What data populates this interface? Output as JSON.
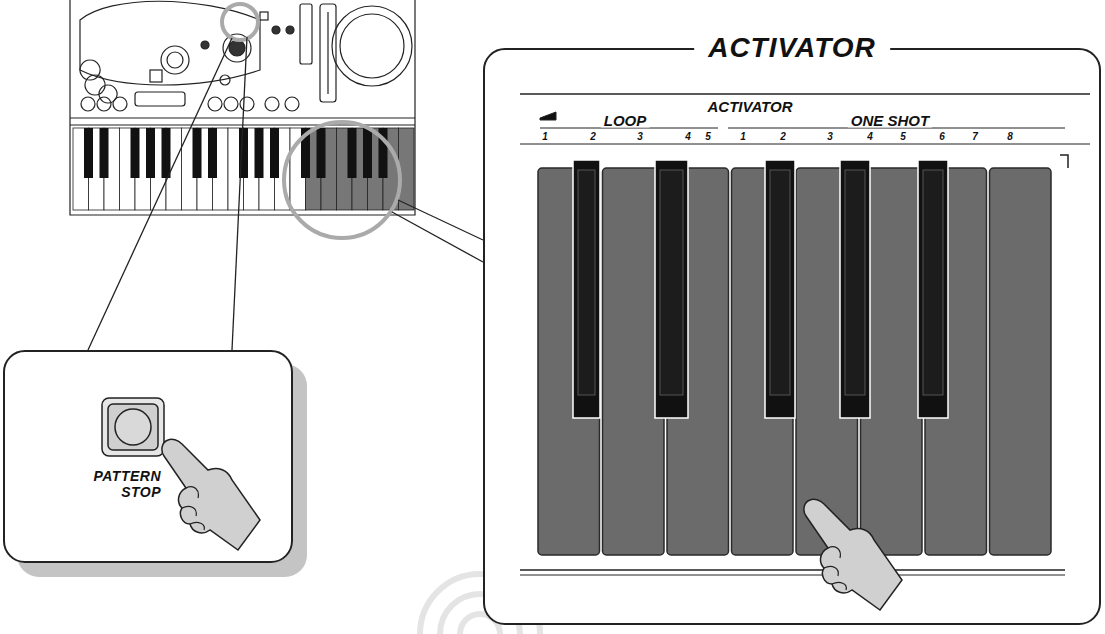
{
  "diagram": {
    "nodes": [
      {
        "text": [
          "ACTIVATOR"
        ]
      },
      {
        "text": [
          "PATTERN STOP"
        ]
      }
    ],
    "labels": [
      "LOOP",
      "ACTIVATOR",
      "ONE SHOT",
      "1",
      "2",
      "3",
      "4",
      "5",
      "1",
      "2",
      "3",
      "4",
      "5",
      "6",
      "7",
      "8"
    ]
  }
}
